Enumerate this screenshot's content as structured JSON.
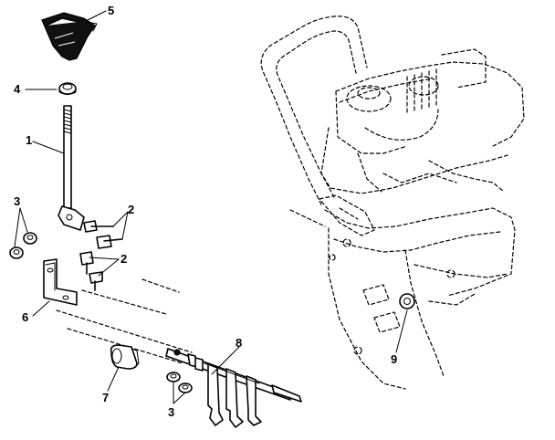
{
  "callouts": {
    "c1": "1",
    "c2a": "2",
    "c2b": "2",
    "c3a": "3",
    "c3b": "3",
    "c4": "4",
    "c5": "5",
    "c6": "6",
    "c7": "7",
    "c8": "8",
    "c9": "9"
  }
}
